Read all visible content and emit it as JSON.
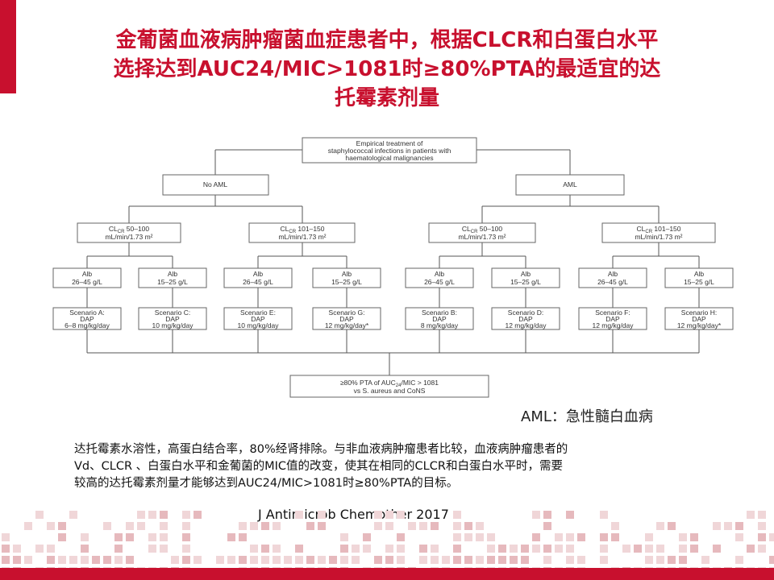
{
  "title": {
    "line1": "金葡菌血液病肿瘤菌血症患者中，根据CLCR和白蛋白水平",
    "line2": "选择达到AUC24/MIC>1081时≥80%PTA的最适宜的达",
    "line3": "托霉素剂量"
  },
  "flowchart": {
    "root": [
      "Empirical treatment of",
      "staphylococcal infections in patients with",
      "haematological malignancies"
    ],
    "groups": [
      "No AML",
      "AML"
    ],
    "clcr_low": [
      "CL",
      "CR",
      " 50–100",
      "mL/min/1.73 m²"
    ],
    "clcr_high": [
      "CL",
      "CR",
      " 101–150",
      "mL/min/1.73 m²"
    ],
    "alb": [
      [
        "Alb",
        "26–45 g/L"
      ],
      [
        "Alb",
        "15–25 g/L"
      ],
      [
        "Alb",
        "26–45 g/L"
      ],
      [
        "Alb",
        "15–25 g/L"
      ],
      [
        "Alb",
        "26–45 g/L"
      ],
      [
        "Alb",
        "15–25 g/L"
      ],
      [
        "Alb",
        "26–45 g/L"
      ],
      [
        "Alb",
        "15–25 g/L"
      ]
    ],
    "scenarios": [
      [
        "Scenario A:",
        "DAP",
        "6–8 mg/kg/day"
      ],
      [
        "Scenario C:",
        "DAP",
        "10 mg/kg/day"
      ],
      [
        "Scenario E:",
        "DAP",
        "10 mg/kg/day"
      ],
      [
        "Scenario G:",
        "DAP",
        "12 mg/kg/day*"
      ],
      [
        "Scenario B:",
        "DAP",
        "8 mg/kg/day"
      ],
      [
        "Scenario D:",
        "DAP",
        "12 mg/kg/day"
      ],
      [
        "Scenario F:",
        "DAP",
        "12 mg/kg/day"
      ],
      [
        "Scenario H:",
        "DAP",
        "12 mg/kg/day*"
      ]
    ],
    "target": [
      "≥80% PTA of AUC",
      "24",
      "/MIC > 1081",
      "vs S. aureus and CoNS"
    ]
  },
  "aml_note": "AML：急性髓白血病",
  "body": {
    "line1": "达托霉素水溶性，高蛋白结合率，80%经肾排除。与非血液病肿瘤患者比较，血液病肿瘤患者的",
    "line2": "Vd、CLCR 、白蛋白水平和金葡菌的MIC值的改变，使其在相同的CLCR和白蛋白水平时，需要",
    "line3": "较高的达托霉素剂量才能够达到AUC24/MIC>1081时≥80%PTA的目标。"
  },
  "citation": "J Antimicrob Chemother 2017",
  "colors": {
    "accent": "#c8102e",
    "deco_light": "#f0d6d8",
    "deco_mid": "#e6b9bd"
  }
}
